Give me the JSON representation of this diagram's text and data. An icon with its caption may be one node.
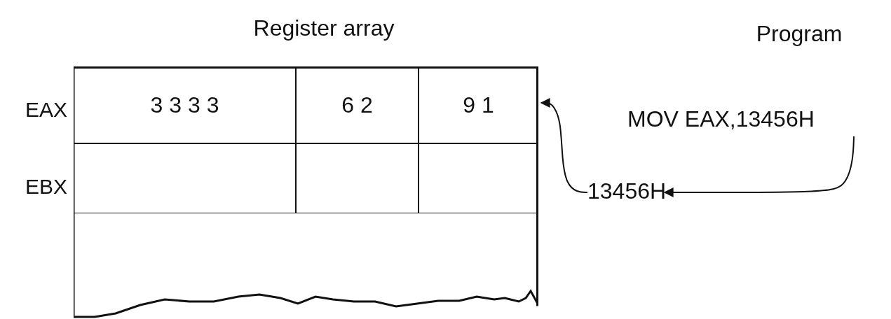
{
  "diagram": {
    "nodes": [
      {
        "text": [],
        "shape": "box"
      },
      {
        "text": [
          "3 3 3 3"
        ],
        "in": 0
      },
      {
        "text": [
          "6 2"
        ],
        "in": 0
      },
      {
        "text": [
          "9 1"
        ],
        "in": 0
      },
      {
        "text": [],
        "shape": "box",
        "in": 0
      },
      {
        "text": [],
        "shape": "box",
        "in": 0
      },
      {
        "text": [],
        "shape": "box",
        "in": 0
      },
      {
        "text": [
          "MOV EAX,13456H"
        ]
      },
      {
        "text": [
          "13456H"
        ]
      }
    ],
    "edges": [
      {
        "from": 7,
        "to": 8,
        "arrow": "to"
      },
      {
        "from": 8,
        "to": 3,
        "arrow": "to"
      }
    ],
    "labels": [
      "Register array",
      "Program",
      "EAX",
      "EBX"
    ]
  }
}
